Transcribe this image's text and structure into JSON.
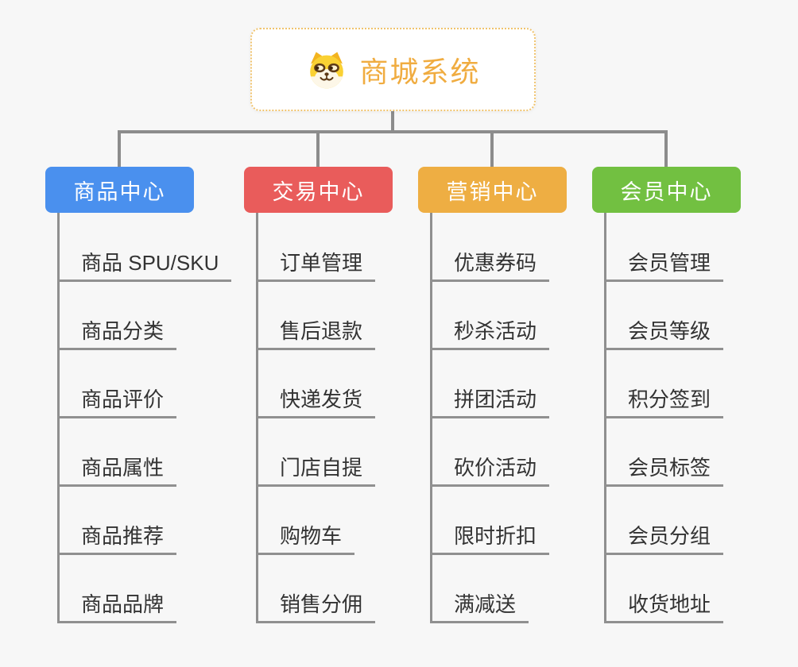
{
  "page": {
    "background_color": "#f7f7f7"
  },
  "root": {
    "title": "商城系统",
    "icon": "dog-face-icon",
    "title_color": "#f0ac40",
    "border_color": "#f0c36d"
  },
  "connector_color": "#8c8c8c",
  "item_text_color": "#333333",
  "branches": [
    {
      "name": "product-center",
      "label": "商品中心",
      "color": "#4a90ee",
      "items": [
        "商品 SPU/SKU",
        "商品分类",
        "商品评价",
        "商品属性",
        "商品推荐",
        "商品品牌"
      ]
    },
    {
      "name": "trade-center",
      "label": "交易中心",
      "color": "#e95c5b",
      "items": [
        "订单管理",
        "售后退款",
        "快递发货",
        "门店自提",
        "购物车",
        "销售分佣"
      ]
    },
    {
      "name": "marketing-center",
      "label": "营销中心",
      "color": "#eeae43",
      "items": [
        "优惠券码",
        "秒杀活动",
        "拼团活动",
        "砍价活动",
        "限时折扣",
        "满减送"
      ]
    },
    {
      "name": "member-center",
      "label": "会员中心",
      "color": "#72c041",
      "items": [
        "会员管理",
        "会员等级",
        "积分签到",
        "会员标签",
        "会员分组",
        "收货地址"
      ]
    }
  ]
}
